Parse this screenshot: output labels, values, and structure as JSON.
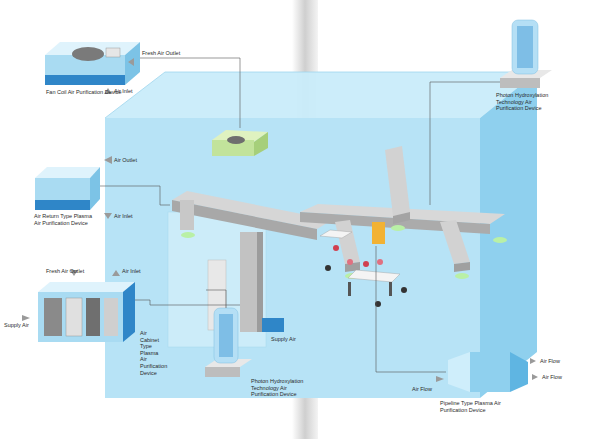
{
  "diagram": {
    "labels": [
      "Fresh Air Outlet",
      "Fan Coil Air Purification Device",
      "Air Inlet",
      "Air Outlet",
      "Air Return Type Plasma Air Purification Device",
      "Air Inlet",
      "Fresh Air Outlet",
      "Air Inlet",
      "Supply Air",
      "Air Cabinet Type Plasma Air Purification Device",
      "Supply Air",
      "Photon Hydroxylation Technology Air Purification Device",
      "Photon Hydroxylation Technology Air Purification Device",
      "Pipeline Type Plasma Air Purification Device",
      "Air Flow",
      "Air Flow",
      "Air Flow"
    ]
  }
}
